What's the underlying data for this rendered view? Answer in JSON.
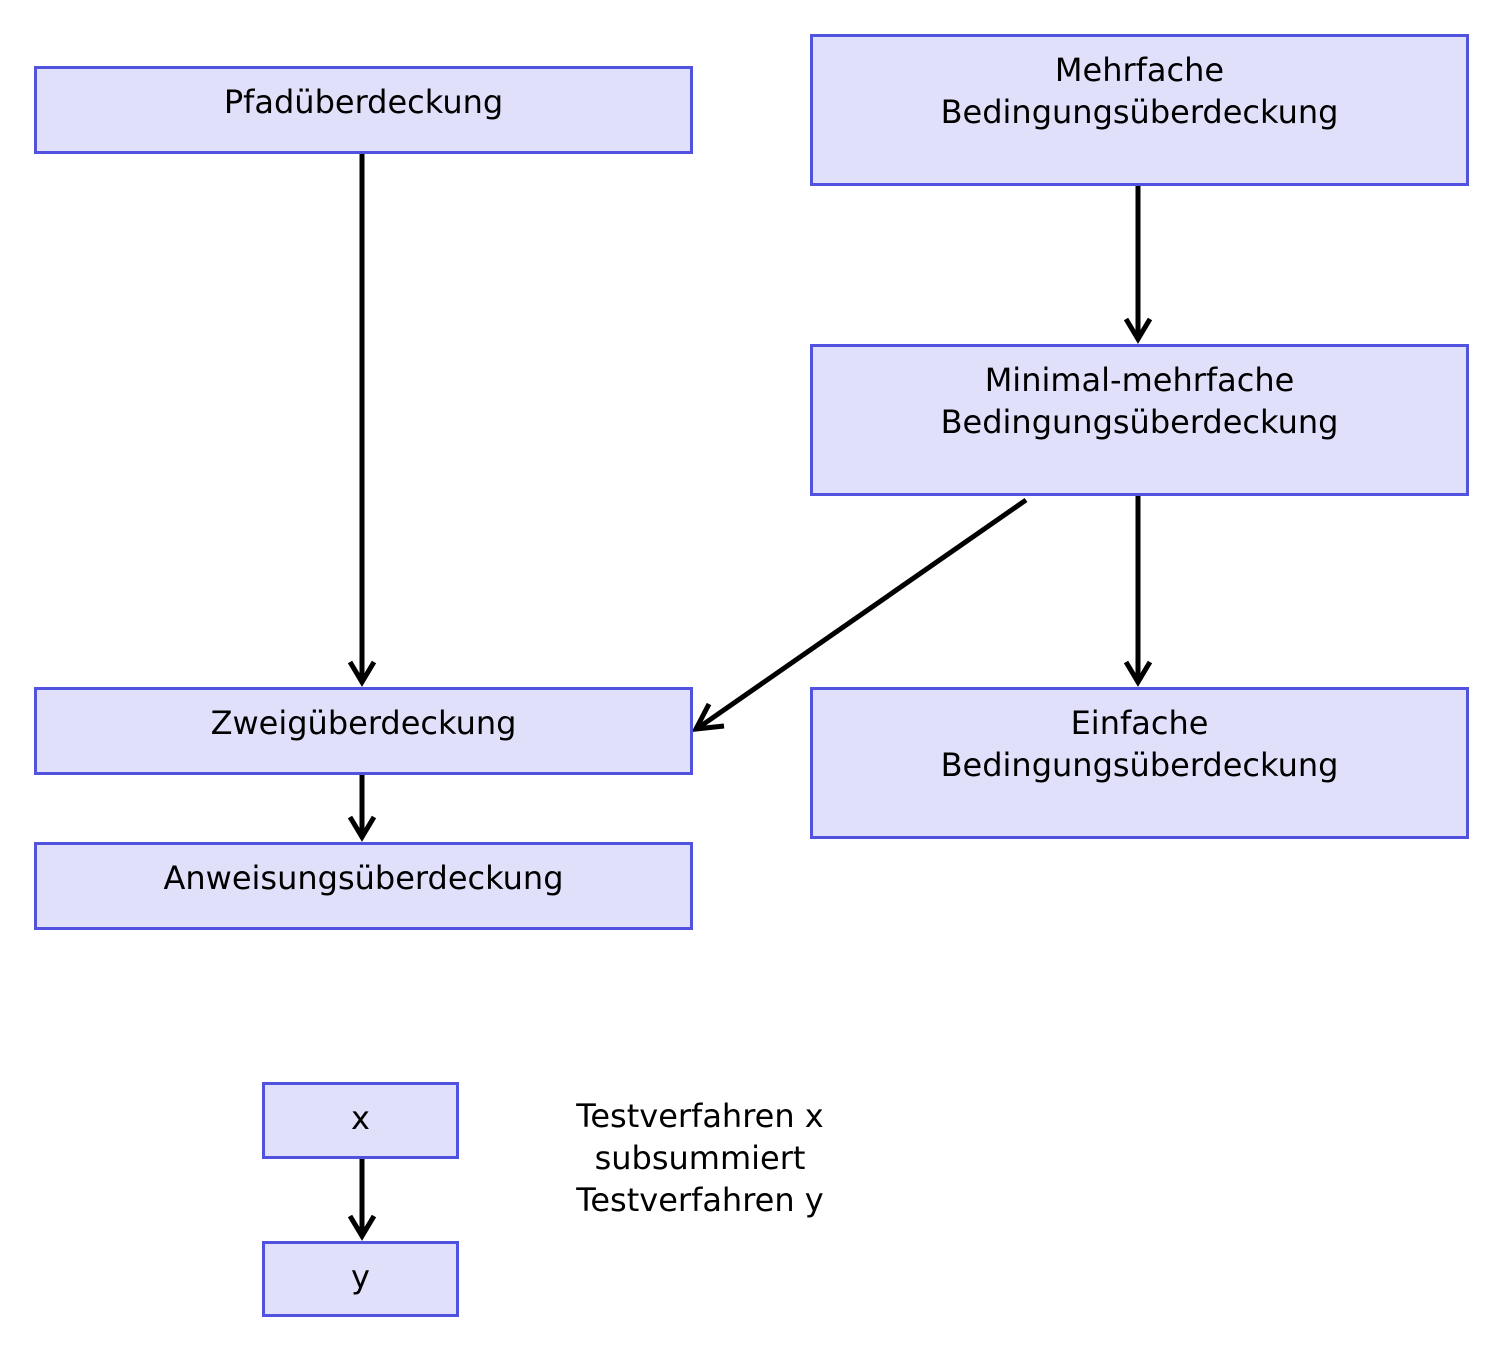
{
  "nodes": {
    "pfad": {
      "lines": [
        "Pfadüberdeckung"
      ]
    },
    "mehr": {
      "lines": [
        "Mehrfache",
        "Bedingungsüberdeckung"
      ]
    },
    "minmehr": {
      "lines": [
        "Minimal-mehrfache",
        "Bedingungsüberdeckung"
      ]
    },
    "zweig": {
      "lines": [
        "Zweigüberdeckung"
      ]
    },
    "einf": {
      "lines": [
        "Einfache",
        "Bedingungsüberdeckung"
      ]
    },
    "anw": {
      "lines": [
        "Anweisungsüberdeckung"
      ]
    }
  },
  "legend": {
    "x": "x",
    "y": "y",
    "text": [
      "Testverfahren x",
      "subsummiert",
      "Testverfahren y"
    ]
  },
  "edges": [
    {
      "from": "pfad",
      "to": "zweig"
    },
    {
      "from": "mehr",
      "to": "minmehr"
    },
    {
      "from": "minmehr",
      "to": "zweig"
    },
    {
      "from": "minmehr",
      "to": "einf"
    },
    {
      "from": "zweig",
      "to": "anw"
    },
    {
      "from": "legend-x",
      "to": "legend-y"
    }
  ],
  "colors": {
    "node_fill": "#e0e0fa",
    "node_border": "#5252e0",
    "arrow": "#000000"
  }
}
